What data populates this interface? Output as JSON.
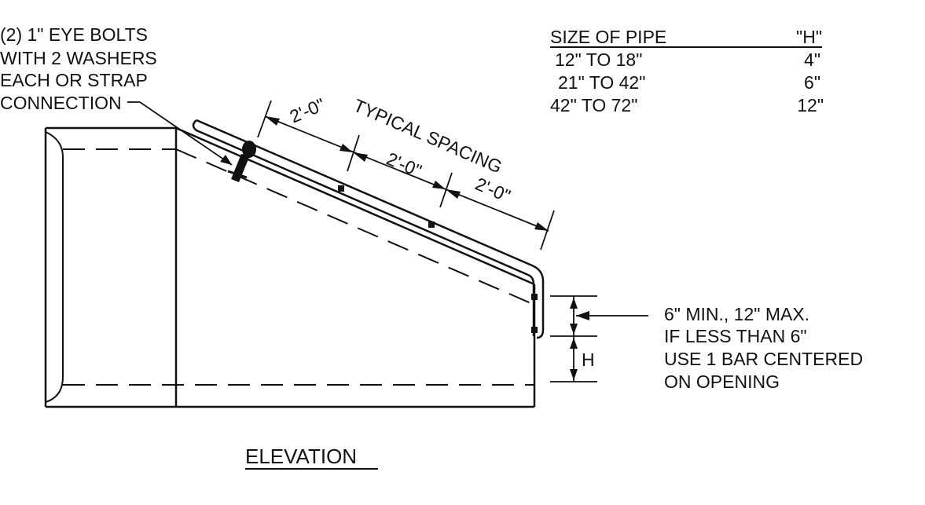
{
  "callout_eye_bolts": {
    "lines": [
      "(2) 1\" EYE BOLTS",
      "WITH 2 WASHERS",
      "EACH OR STRAP",
      "CONNECTION"
    ]
  },
  "pipe_table": {
    "header_size": "SIZE OF PIPE",
    "header_h": "\"H\"",
    "rows": [
      {
        "size": "12\" TO 18\"",
        "h": "4\""
      },
      {
        "size": "21\" TO 42\"",
        "h": "6\""
      },
      {
        "size": "42\" TO 72\"",
        "h": "12\""
      }
    ]
  },
  "spacing": {
    "label": "TYPICAL SPACING",
    "dims": [
      "2'-0\"",
      "2'-0\"",
      "2'-0\""
    ]
  },
  "h_label": "H",
  "note_right": {
    "lines": [
      "6\" MIN., 12\" MAX.",
      "IF LESS THAN 6\"",
      "USE 1 BAR CENTERED",
      "ON OPENING"
    ]
  },
  "title": "ELEVATION"
}
